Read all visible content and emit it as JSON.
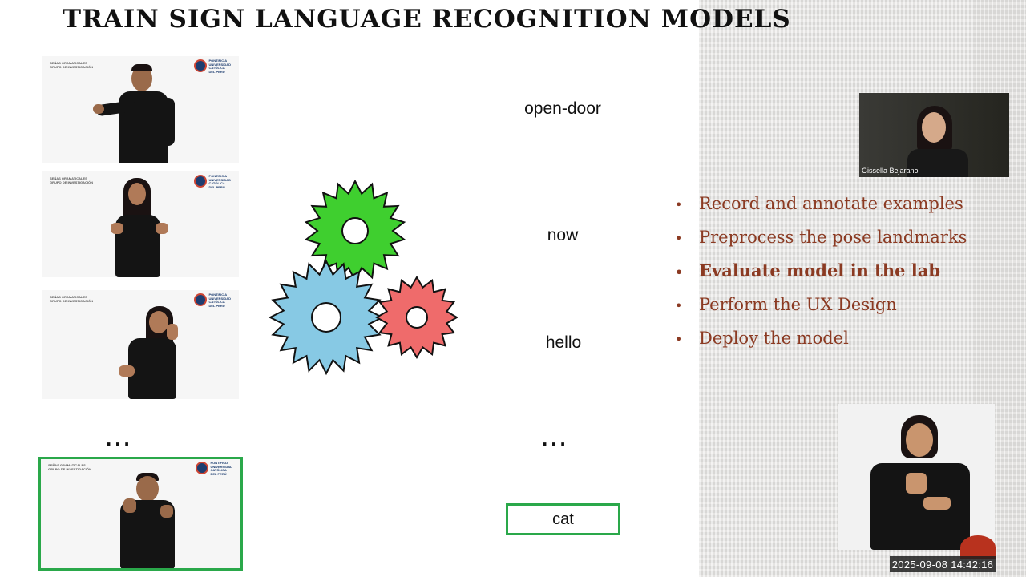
{
  "slide": {
    "title": "TRAIN SIGN LANGUAGE RECOGNITION MODELS",
    "thumb_logo_left": "SEÑAS GRAMATICALES\nGRUPO DE INVESTIGACIÓN",
    "thumb_logo_right": "PONTIFICIA\nUNIVERSIDAD\nCATÓLICA\nDEL PERÚ",
    "labels": {
      "open_door": "open-door",
      "now": "now",
      "hello": "hello",
      "cat": "cat"
    },
    "ellipsis": "...",
    "bullets": [
      "Record and annotate examples",
      "Preprocess the pose landmarks",
      "Evaluate model in the lab",
      "Perform the UX Design",
      "Deploy the model"
    ],
    "active_bullet": 2
  },
  "gears": [
    {
      "color": "#3fcf2f"
    },
    {
      "color": "#87c9e4"
    },
    {
      "color": "#ef6b6b"
    }
  ],
  "presenter": {
    "name": "Gissella Bejarano"
  },
  "recording": {
    "timestamp": "2025-09-08  14:42:16"
  },
  "colors": {
    "bullet_text": "#8b3a22",
    "highlight_green": "#2aa84a"
  }
}
